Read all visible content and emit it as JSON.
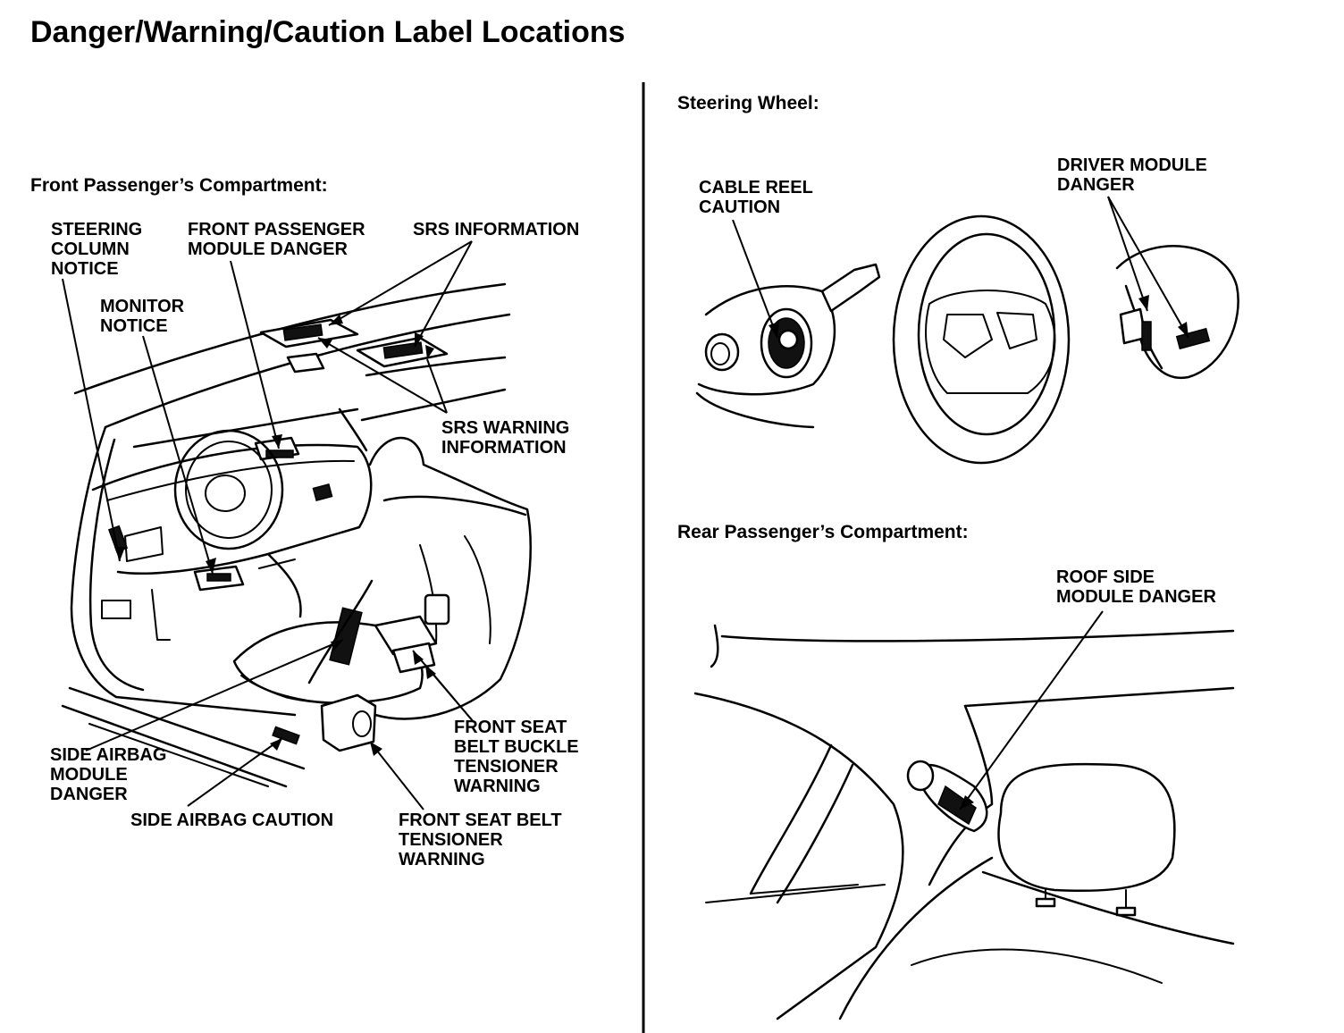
{
  "page": {
    "title": "Danger/Warning/Caution Label Locations"
  },
  "front_compartment": {
    "heading": "Front Passenger’s Compartment:",
    "labels": {
      "steering_column_notice": [
        "STEERING",
        "COLUMN",
        "NOTICE"
      ],
      "monitor_notice": [
        "MONITOR",
        "NOTICE"
      ],
      "front_passenger_module_danger": [
        "FRONT PASSENGER",
        "MODULE DANGER"
      ],
      "srs_information": [
        "SRS INFORMATION"
      ],
      "srs_warning_information": [
        "SRS WARNING",
        "INFORMATION"
      ],
      "side_airbag_module_danger": [
        "SIDE AIRBAG",
        "MODULE",
        "DANGER"
      ],
      "side_airbag_caution": [
        "SIDE AIRBAG CAUTION"
      ],
      "front_seat_belt_buckle_tensioner_warning": [
        "FRONT SEAT",
        "BELT BUCKLE",
        "TENSIONER",
        "WARNING"
      ],
      "front_seat_belt_tensioner_warning": [
        "FRONT SEAT BELT",
        "TENSIONER",
        "WARNING"
      ]
    }
  },
  "steering_wheel": {
    "heading": "Steering Wheel:",
    "labels": {
      "cable_reel_caution": [
        "CABLE REEL",
        "CAUTION"
      ],
      "driver_module_danger": [
        "DRIVER MODULE",
        "DANGER"
      ]
    }
  },
  "rear_compartment": {
    "heading": "Rear Passenger’s Compartment:",
    "labels": {
      "roof_side_module_danger": [
        "ROOF SIDE",
        "MODULE DANGER"
      ]
    }
  },
  "icons": [
    "car-interior-illustration",
    "steering-wheel-illustration",
    "rear-seat-illustration"
  ]
}
